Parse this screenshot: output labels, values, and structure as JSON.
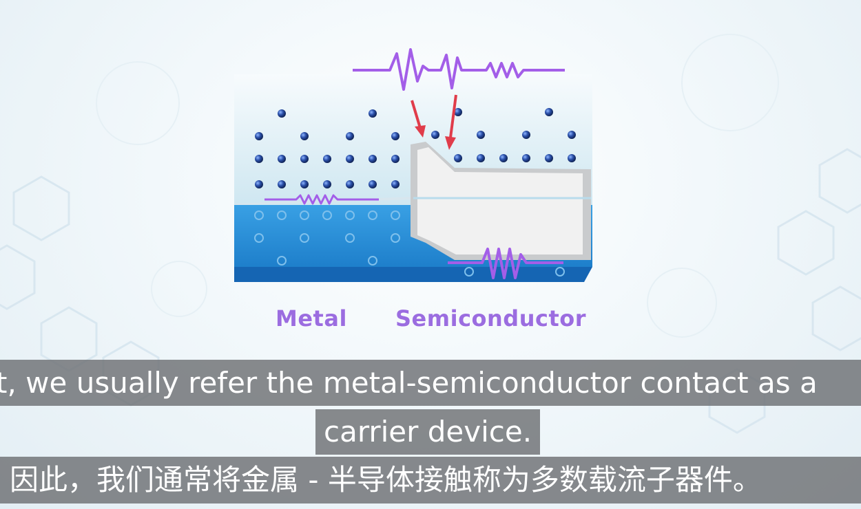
{
  "diagram": {
    "label_metal": "Metal",
    "label_semiconductor": "Semiconductor",
    "colors": {
      "metal_blue": "#2b8fd6",
      "electron": "#1f3f8f",
      "arrow_red": "#e03c4a",
      "wave_purple": "#a35ee8",
      "label_purple": "#9b6de0"
    }
  },
  "subtitles": {
    "english_line1": "t, we usually refer the metal-semiconductor contact as a",
    "english_line2": "carrier device.",
    "chinese_line": "因此，我们通常将金属 - 半导体接触称为多数载流子器件。"
  }
}
